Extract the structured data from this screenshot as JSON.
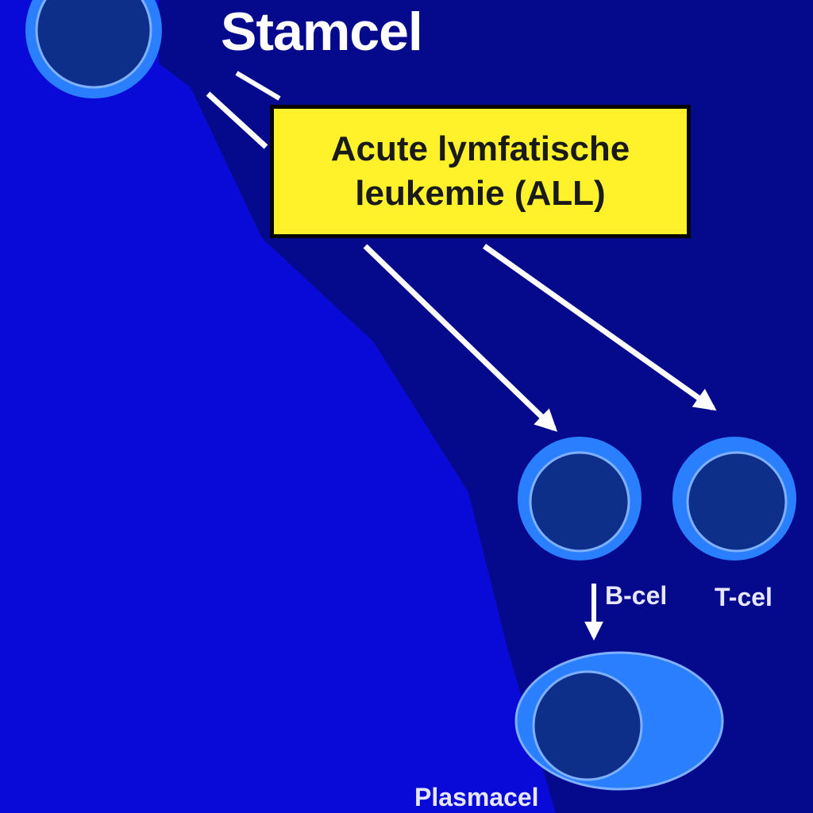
{
  "title": "Stamcel",
  "callout": {
    "line1": "Acute lymfatische",
    "line2": "leukemie (ALL)"
  },
  "cells": {
    "b_label": "B-cel",
    "t_label": "T-cel",
    "plasma_label": "Plasmacel"
  },
  "colors": {
    "background": "#0a0ad8",
    "dark_band": "#050a8c",
    "cell_nucleus": "#0d2f8a",
    "cell_ring": "#2a7fff",
    "callout_fill": "#fff22a",
    "arrow": "#ffffff"
  }
}
